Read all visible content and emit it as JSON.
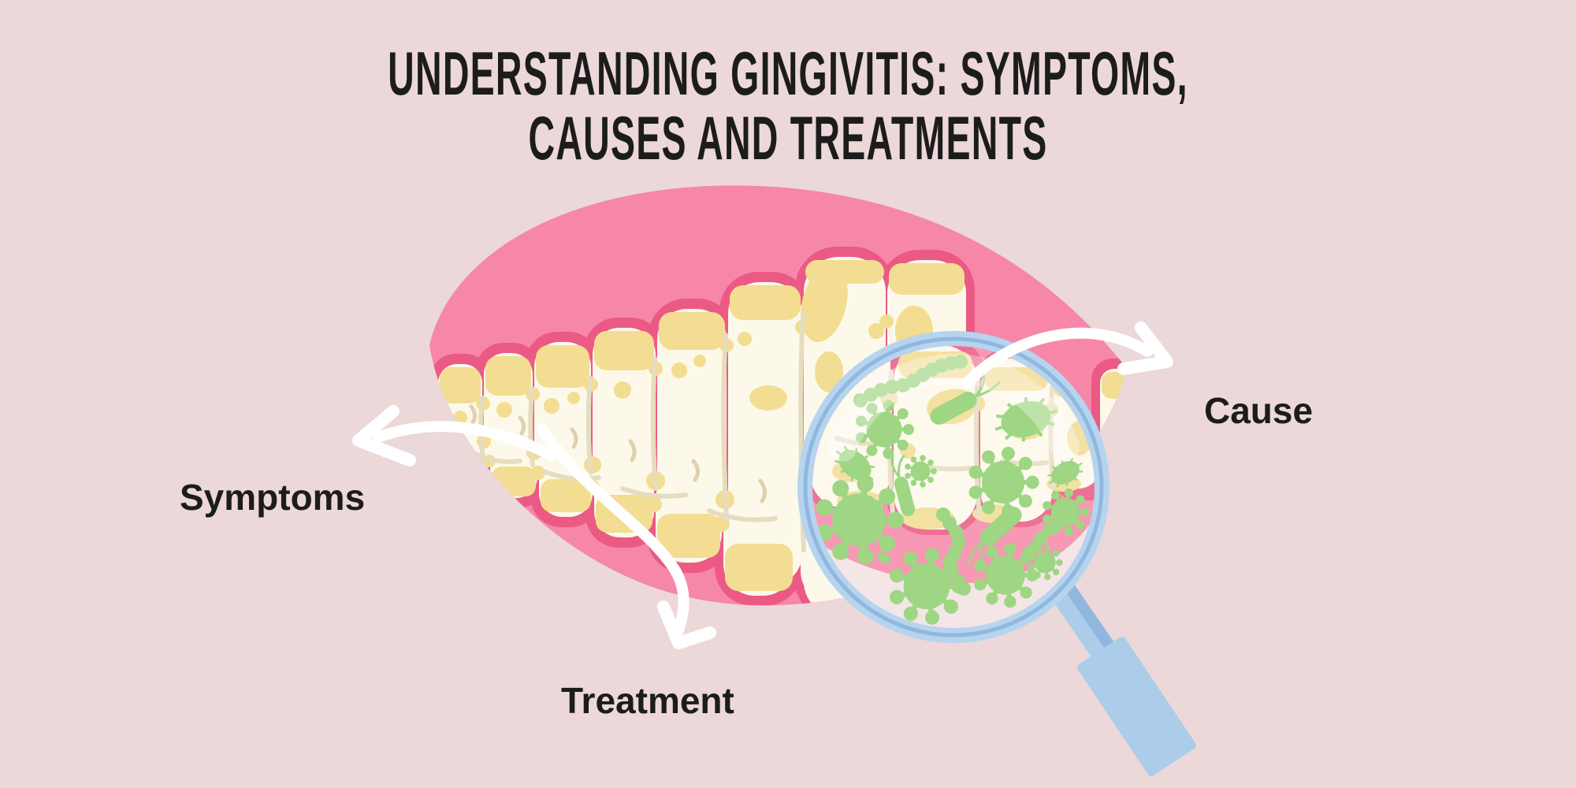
{
  "title": {
    "line1": "UNDERSTANDING GINGIVITIS: SYMPTOMS,",
    "line2": "CAUSES AND TREATMENTS"
  },
  "labels": {
    "symptoms": "Symptoms",
    "cause": "Cause",
    "treatment": "Treatment"
  },
  "palette": {
    "background": "#ecd8d9",
    "mouth_pink": "#f687a8",
    "gum_dark_pink": "#eb5a84",
    "tooth_cream": "#fdf9ea",
    "plaque_yellow": "#f3dd92",
    "bacteria_green": "#8ed06f",
    "magnifier_rim_blue": "#b6d4ee",
    "magnifier_rim_dark_blue": "#90b8de",
    "magnifier_handle_blue": "#abcdea",
    "arrow_white": "#ffffff",
    "text_black": "#1c1c1c"
  }
}
